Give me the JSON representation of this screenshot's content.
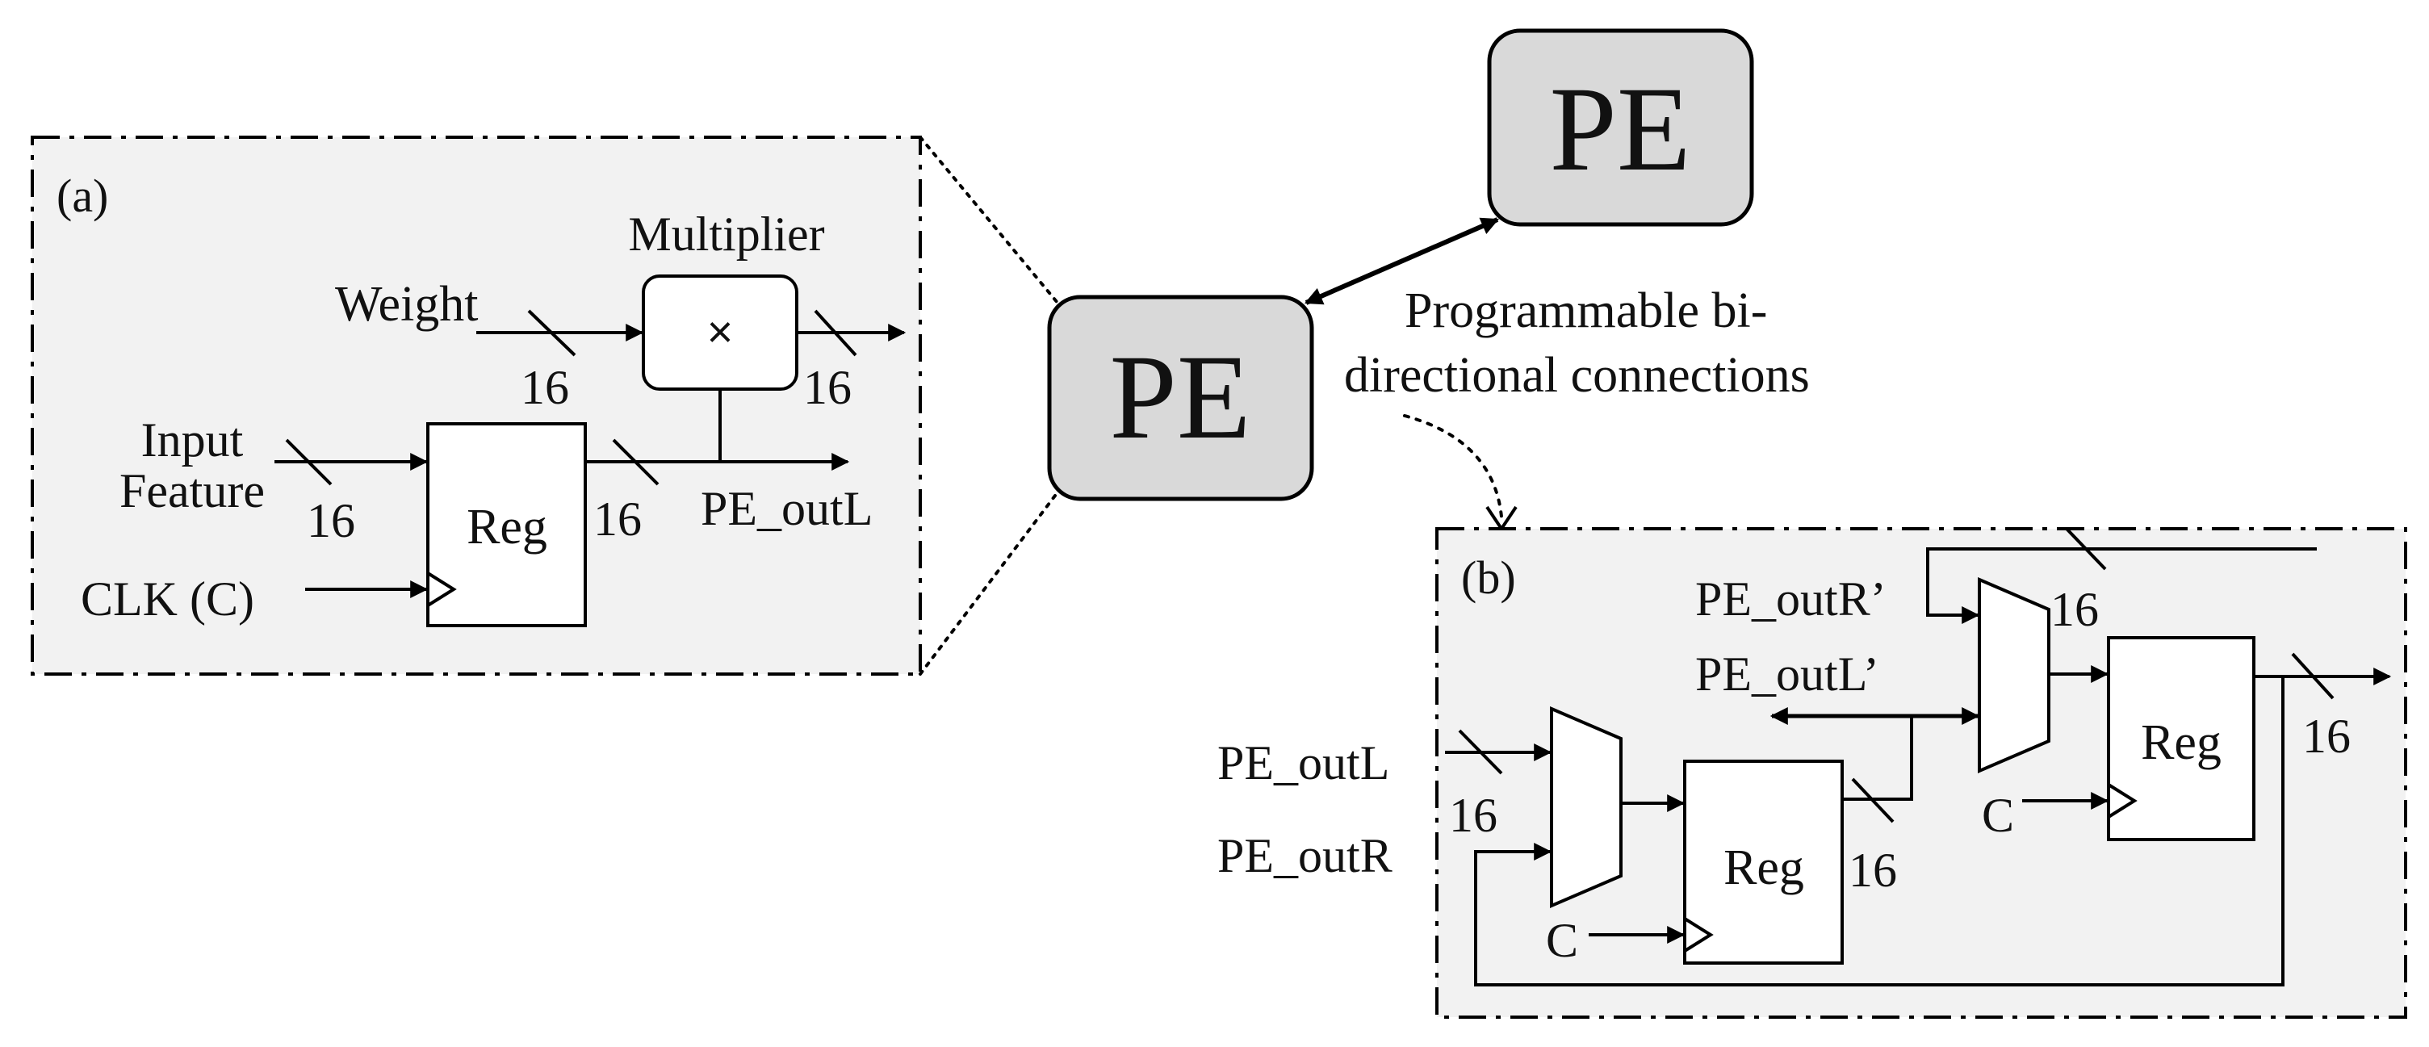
{
  "diagram": {
    "pe_main": "PE",
    "pe_secondary": "PE",
    "connection_caption_line1": "Programmable bi-",
    "connection_caption_line2": "directional connections",
    "panel_a": {
      "tag": "(a)",
      "multiplier_title": "Multiplier",
      "multiplier_symbol": "×",
      "weight_label": "Weight",
      "input_label_line1": "Input",
      "input_label_line2": "Feature",
      "clk_label": "CLK (C)",
      "reg_label": "Reg",
      "output_label": "PE_outL",
      "bus_width": "16"
    },
    "panel_b": {
      "tag": "(b)",
      "in_left": "PE_outL",
      "in_right": "PE_outR",
      "in_right_prime": "PE_outR’",
      "in_left_prime": "PE_outL’",
      "clock_label": "C",
      "reg_label": "Reg",
      "bus_width": "16"
    }
  }
}
